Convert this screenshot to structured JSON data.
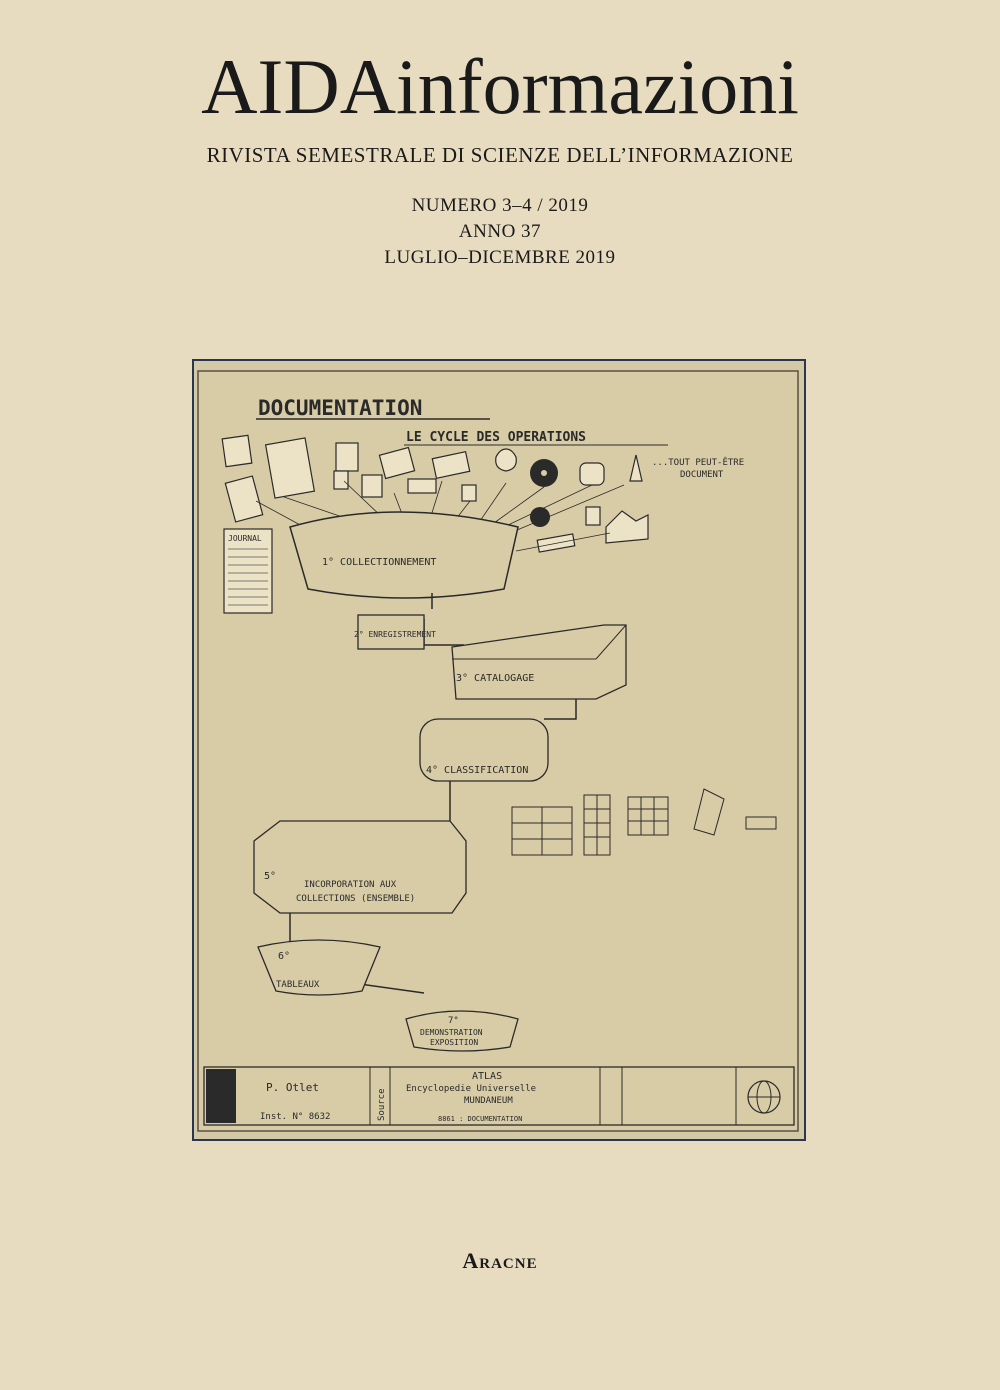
{
  "cover": {
    "title": "AIDAinformazioni",
    "subtitle": "RIVISTA SEMESTRALE DI SCIENZE DELL’INFORMAZIONE",
    "issue": "NUMERO 3–4 / 2019",
    "year": "ANNO 37",
    "period": "LUGLIO–DICEMBRE 2019",
    "publisher": "Aracne"
  },
  "drawing": {
    "heading": "DOCUMENTATION",
    "subheading": "LE CYCLE DES OPERATIONS",
    "note_line1": "...TOUT PEUT-ÊTRE",
    "note_line2": "DOCUMENT",
    "journal_label": "JOURNAL",
    "steps": [
      "1° COLLECTIONNEMENT",
      "2° ENREGISTREMENT",
      "3° CATALOGAGE",
      "4° CLASSIFICATION",
      "5°",
      "INCORPORATION AUX",
      "COLLECTIONS (ENSEMBLE)",
      "6°",
      "TABLEAUX",
      "7°",
      "DEMONSTRATION",
      "EXPOSITION"
    ],
    "footer": {
      "author": "P. Otlet",
      "inst": "Inst. N° 8632",
      "source": "Source",
      "atlas": "ATLAS",
      "encyclopedia": "Encyclopedie Universelle",
      "mundaneum": "MUNDANEUM",
      "series": "8861 : DOCUMENTATION"
    }
  },
  "colors": {
    "background": "#e8dcc0",
    "frame_border": "#2a3550",
    "paper": "#d4c9a6"
  }
}
